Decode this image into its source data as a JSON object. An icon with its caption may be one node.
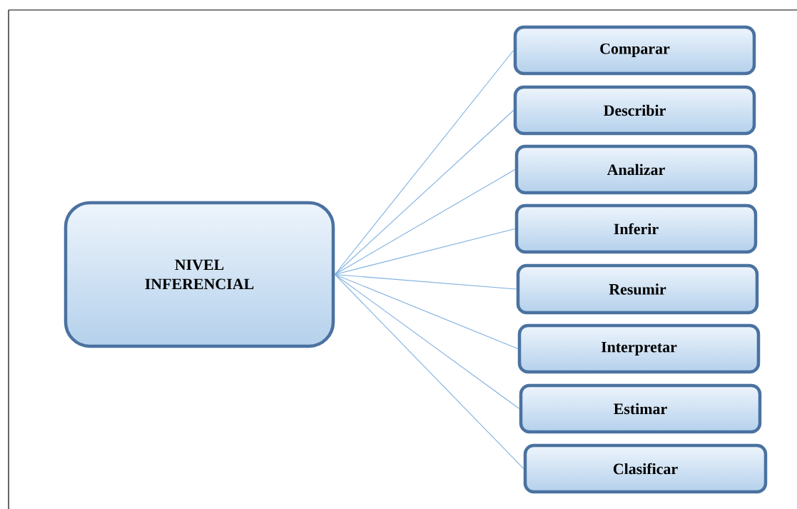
{
  "diagram": {
    "nodes": [
      {
        "text": [
          "NIVEL INFERENCIAL"
        ]
      },
      {
        "text": [
          "Comparar"
        ]
      },
      {
        "text": [
          "Describir"
        ]
      },
      {
        "text": [
          "Analizar"
        ]
      },
      {
        "text": [
          "Inferir"
        ]
      },
      {
        "text": [
          "Resumir"
        ]
      },
      {
        "text": [
          "Interpretar"
        ]
      },
      {
        "text": [
          "Estimar"
        ]
      },
      {
        "text": [
          "Clasificar"
        ]
      }
    ],
    "edges": [
      {
        "from": 0,
        "to": 1,
        "arrow": "none"
      },
      {
        "from": 0,
        "to": 2,
        "arrow": "none"
      },
      {
        "from": 0,
        "to": 3,
        "arrow": "none"
      },
      {
        "from": 0,
        "to": 4,
        "arrow": "none"
      },
      {
        "from": 0,
        "to": 5,
        "arrow": "none"
      },
      {
        "from": 0,
        "to": 6,
        "arrow": "none"
      },
      {
        "from": 0,
        "to": 7,
        "arrow": "none"
      },
      {
        "from": 0,
        "to": 8,
        "arrow": "none"
      }
    ]
  }
}
